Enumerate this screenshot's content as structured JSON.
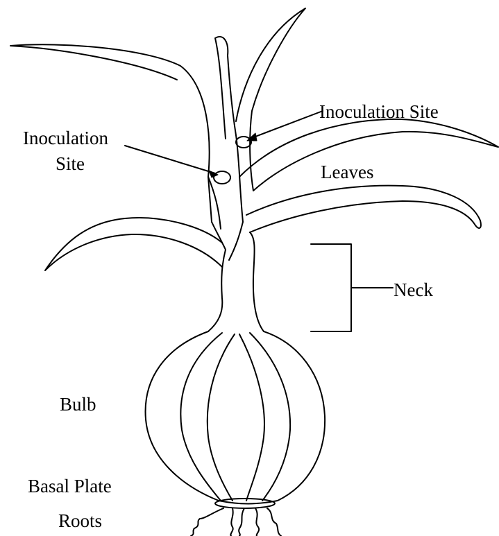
{
  "labels": {
    "inoculation_site_right": "Inoculation Site",
    "inoculation_site_left_line1": "Inoculation",
    "inoculation_site_left_line2": "Site",
    "leaves": "Leaves",
    "neck": "Neck",
    "bulb": "Bulb",
    "basal_plate": "Basal Plate",
    "roots": "Roots"
  },
  "colors": {
    "stroke": "#000000",
    "background": "#ffffff"
  }
}
